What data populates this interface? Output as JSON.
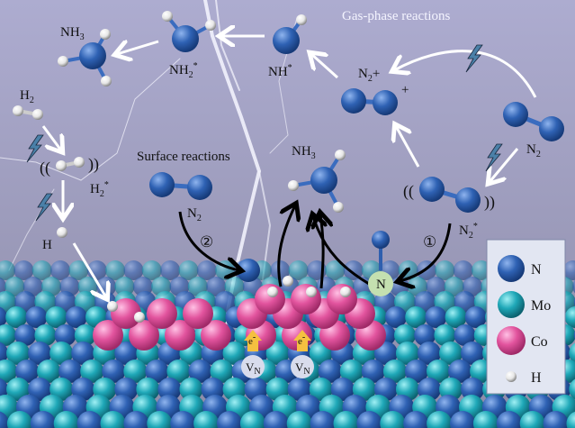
{
  "titles": {
    "gas_phase": "Gas-phase reactions",
    "surface": "Surface reactions"
  },
  "labels": {
    "nh3_top": "NH",
    "nh3_top_sub": "3",
    "nh2": "NH",
    "nh2_sub": "2",
    "nh2_sup": "*",
    "nh": "NH",
    "nh_sup": "*",
    "n2plus": "N",
    "n2plus_sub": "2",
    "n2plus_plus": "+",
    "ion_charge": "+",
    "n2_right": "N",
    "n2_right_sub": "2",
    "n2_star": "N",
    "n2_star_sub": "2",
    "n2_star_sup": "*",
    "nh3_mid": "NH",
    "nh3_mid_sub": "3",
    "n2_surface": "N",
    "n2_surface_sub": "2",
    "h2": "H",
    "h2_sub": "2",
    "h2_star": "H",
    "h2_star_sub": "2",
    "h2_star_sup": "*",
    "h": "H",
    "step1": "①",
    "step2": "②",
    "adsorbed_n": "N",
    "electron": "e",
    "electron_sup": "-",
    "vacancy": "V",
    "vacancy_sub": "N"
  },
  "legend": [
    {
      "label": "N",
      "color": "#2f5fae"
    },
    {
      "label": "Mo",
      "color": "#1fa5b5"
    },
    {
      "label": "Co",
      "color": "#e0559f"
    },
    {
      "label": "H",
      "color": "#f2f2f2"
    }
  ],
  "colors": {
    "background": "#a4a4c4",
    "arrow_white": "#ffffff",
    "arrow_black": "#000000",
    "vacancy_fill": "#d8dcec",
    "adsorbed_n_fill": "#c4e0b0",
    "electron_arrow": "#f5c040"
  }
}
